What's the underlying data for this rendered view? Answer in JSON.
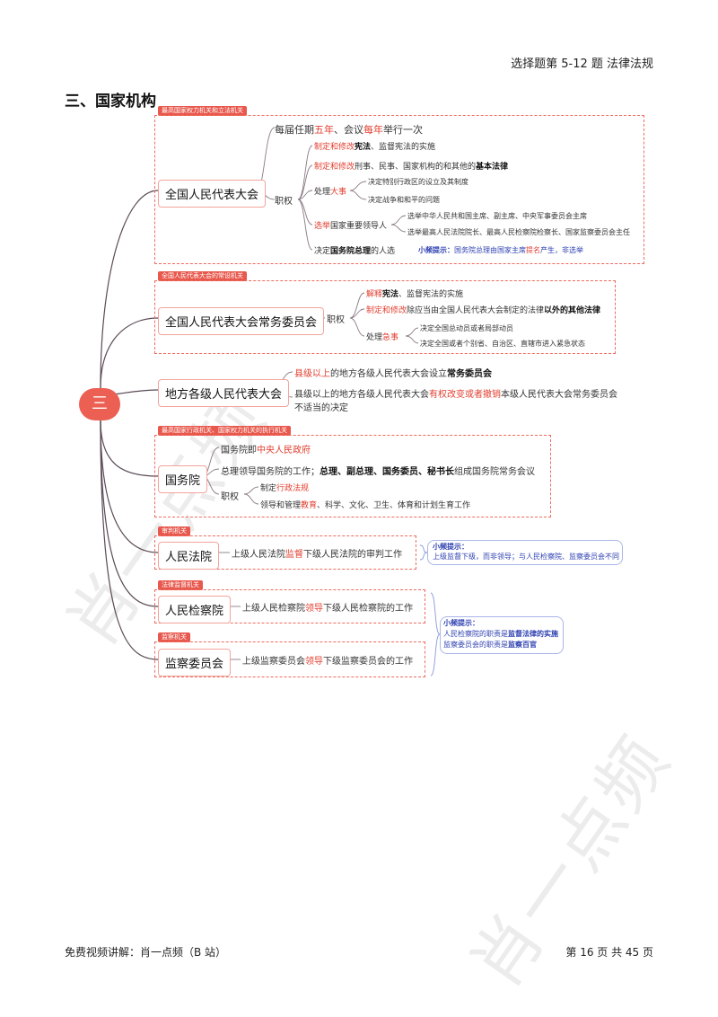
{
  "header": {
    "right": "选择题第 5-12 题  法律法规"
  },
  "section_title": "三、国家机构",
  "center": "三",
  "npc": {
    "tag": "最高国家权力机关和立法机关",
    "label": "全国人民代表大会",
    "term": {
      "a": "每届任期",
      "b": "五年",
      "c": "、会议",
      "d": "每年",
      "e": "举行一次"
    },
    "powers_label": "职权",
    "p1": {
      "a": "制定和修改",
      "b": "宪法",
      "c": "、监督宪法的实施"
    },
    "p2": {
      "a": "制定和修改",
      "b": "刑事、民事、国家机构的和其他的",
      "c": "基本法律"
    },
    "p3": {
      "a": "处理",
      "b": "大事",
      "s1": "决定特别行政区的设立及其制度",
      "s2": "决定战争和和平的问题"
    },
    "p4": {
      "a": "选举",
      "b": "国家重要领导人",
      "s1": "选举中华人民共和国主席、副主席、中央军事委员会主席",
      "s2": "选举最高人民法院院长、最高人民检察院检察长、国家监察委员会主任"
    },
    "p5": {
      "a": "决定",
      "b": "国务院总理",
      "c": "的人选"
    },
    "tip": {
      "title": "小频提示：",
      "a": "国务院总理由国家主席",
      "b": "提名",
      "c": "产生，非选举"
    }
  },
  "npcsc": {
    "tag": "全国人民代表大会的常设机关",
    "label": "全国人民代表大会常务委员会",
    "powers_label": "职权",
    "p1": {
      "a": "解释",
      "b": "宪法",
      "c": "、监督宪法的实施"
    },
    "p2": {
      "a": "制定和修改",
      "b": "除应当由全国人民代表大会制定的法律",
      "c": "以外的其他法律"
    },
    "p3": {
      "a": "处理",
      "b": "急事",
      "s1": "决定全国总动员或者局部动员",
      "s2": "决定全国或者个别省、自治区、直辖市进入紧急状态"
    }
  },
  "local": {
    "label": "地方各级人民代表大会",
    "l1": {
      "a": "县级以上",
      "b": "的地方各级人民代表大会设立",
      "c": "常务委员会"
    },
    "l2": {
      "a": "县级以上的地方各级人民代表大会",
      "b": "有权改变或者撤销",
      "c": "本级人民代表大会常务委员会",
      "d": "不适当的决定"
    }
  },
  "state_council": {
    "tag": "最高国家行政机关、国家权力机关的执行机关",
    "label": "国务院",
    "l1": {
      "a": "国务院即",
      "b": "中央人民政府"
    },
    "l2": {
      "a": "总理领导国务院的工作；",
      "b": "总理、副总理、国务委员、秘书长",
      "c": "组成国务院常务会议"
    },
    "powers_label": "职权",
    "p1": {
      "a": "制定",
      "b": "行政法规"
    },
    "p2": {
      "a": "领导和管理",
      "b": "教育",
      "c": "、科学、文化、卫生、体育和计划生育工作"
    }
  },
  "court": {
    "tag": "审判机关",
    "label": "人民法院",
    "text": {
      "a": "上级人民法院",
      "b": "监督",
      "c": "下级人民法院的审判工作"
    },
    "tip": {
      "title": "小频提示：",
      "text": "上级监督下级，而非领导；与人民检察院、监察委员会不同"
    }
  },
  "procuratorate": {
    "tag": "法律监督机关",
    "label": "人民检察院",
    "text": {
      "a": "上级人民检察院",
      "b": "领导",
      "c": "下级人民检察院的工作"
    }
  },
  "supervision": {
    "tag": "监察机关",
    "label": "监察委员会",
    "text": {
      "a": "上级监察委员会",
      "b": "领导",
      "c": "下级监察委员会的工作"
    }
  },
  "tip2": {
    "title": "小频提示：",
    "l1a": "人民检察院的职责是",
    "l1b": "监督法律的实施",
    "l2a": "监察委员会的职责是",
    "l2b": "监察百官"
  },
  "footer": {
    "left": "免费视频讲解：肖一点频（B 站）",
    "right": "第 16 页 共 45 页"
  },
  "watermark": "肖一点频",
  "colors": {
    "accent": "#e8584d",
    "tip": "#2c3fb0"
  }
}
